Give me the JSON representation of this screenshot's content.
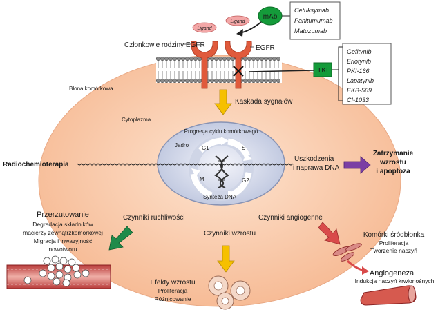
{
  "colors": {
    "cell": "#f9c8a4",
    "cell_edge": "#e8b08a",
    "nucleus": "#d2d8ea",
    "membrane_head": "#8a8a8a",
    "receptor": "#e05a3c",
    "ligand": "#f3a7a7",
    "mab": "#149b3a",
    "tki_box": "#149b3a",
    "arrow_yellow": "#f6c000",
    "arrow_purple": "#7b3fa4",
    "arrow_green": "#1f8b4a",
    "arrow_red": "#d94a4a",
    "vessel": "#c9504f"
  },
  "receptors": {
    "family_label": "Członkowie rodziny EGFR",
    "egfr_label": "EGFR",
    "ligand_label": "Ligand"
  },
  "mab": {
    "label": "mAb",
    "drugs": [
      "Cetuksymab",
      "Panitumumab",
      "Matuzumab"
    ]
  },
  "tki": {
    "label": "TKI",
    "drugs": [
      "Gefitynib",
      "Erlotynib",
      "PKI-166",
      "Lapatynib",
      "EKB-569",
      "CI-1033"
    ]
  },
  "cell": {
    "membrane_label": "Błona komórkowa",
    "cytoplasm_label": "Cytoplazma",
    "signal_cascade": "Kaskada sygnałów",
    "nucleus_label": "Jądro",
    "cycle_top": "Progresja cyklu komórkowego",
    "cycle_bottom": "Synteza DNA",
    "phases": [
      "G1",
      "S",
      "G2",
      "M"
    ]
  },
  "radio": {
    "label": "Radiochemioterapia",
    "damage_line1": "Uszkodzenia",
    "damage_line2": "i naprawa DNA",
    "outcome_line1": "Zatrzymanie",
    "outcome_line2": "wzrostu",
    "outcome_line3": "i apoptoza"
  },
  "factors": {
    "motility": "Czynniki ruchliwości",
    "angiogenic": "Czynniki angiogenne",
    "growth": "Czynniki wzrostu"
  },
  "metastasis": {
    "title": "Przerzutowanie",
    "line1": "Degradacja składników",
    "line2": "macierzy zewnątrzkomórkowej",
    "line3": "Migracja i inwazyjność",
    "line4": "nowotworu"
  },
  "growth_effects": {
    "title": "Efekty wzrostu",
    "line1": "Proliferacja",
    "line2": "Różnicowanie"
  },
  "endothelial": {
    "title": "Komórki śródbłonka",
    "line1": "Proliferacja",
    "line2": "Tworzenie naczyń"
  },
  "angiogenesis": {
    "title": "Angiogeneza",
    "line1": "Indukcja naczyń krwionośnych"
  }
}
